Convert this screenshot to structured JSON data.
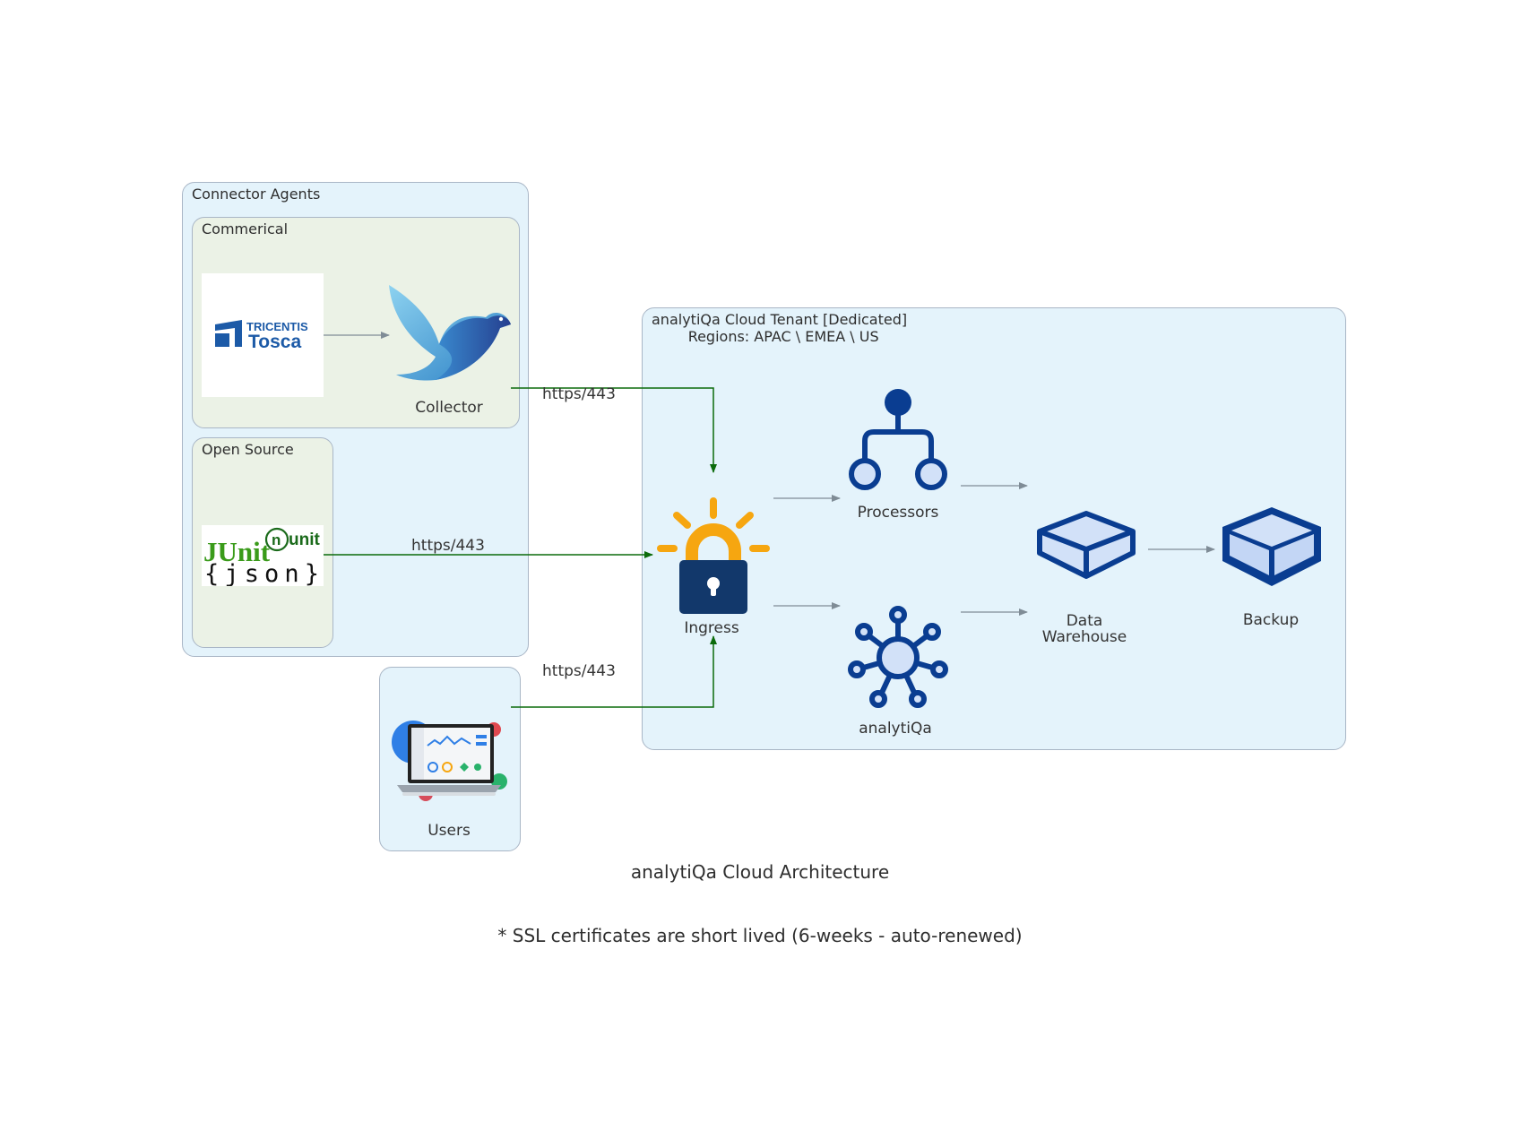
{
  "clusters": {
    "connector_agents": "Connector Agents",
    "commercial": "Commerical",
    "open_source": "Open Source",
    "cloud_tenant": "analytiQa Cloud Tenant [Dedicated]\n        Regions: APAC \\ EMEA \\ US"
  },
  "nodes": {
    "tosca_logo_line1": "TRICENTIS",
    "tosca_logo_line2": "Tosca",
    "collector": "Collector",
    "opensource_logo_junit": "JUnit",
    "opensource_logo_nunit": "unit",
    "opensource_logo_json": "{json}",
    "users": "Users",
    "ingress": "Ingress",
    "processors": "Processors",
    "analytiqa": "analytiQa",
    "data_warehouse": "Data\nWarehouse",
    "backup": "Backup"
  },
  "edges": {
    "collector_ingress": "https/443",
    "opensource_ingress": "https/443",
    "users_ingress": "https/443"
  },
  "captions": {
    "title": "analytiQa Cloud Architecture",
    "note": "* SSL certificates are short lived (6-weeks - auto-renewed)"
  },
  "colors": {
    "secure_edge": "#0b6b0b",
    "internal_edge": "#7f8c96",
    "cluster_blue": "#e4f3fb",
    "cluster_green": "#ebf2e6",
    "icon_blue": "#0a3d91",
    "lock_orange": "#f6a610",
    "lock_body": "#12386b"
  }
}
